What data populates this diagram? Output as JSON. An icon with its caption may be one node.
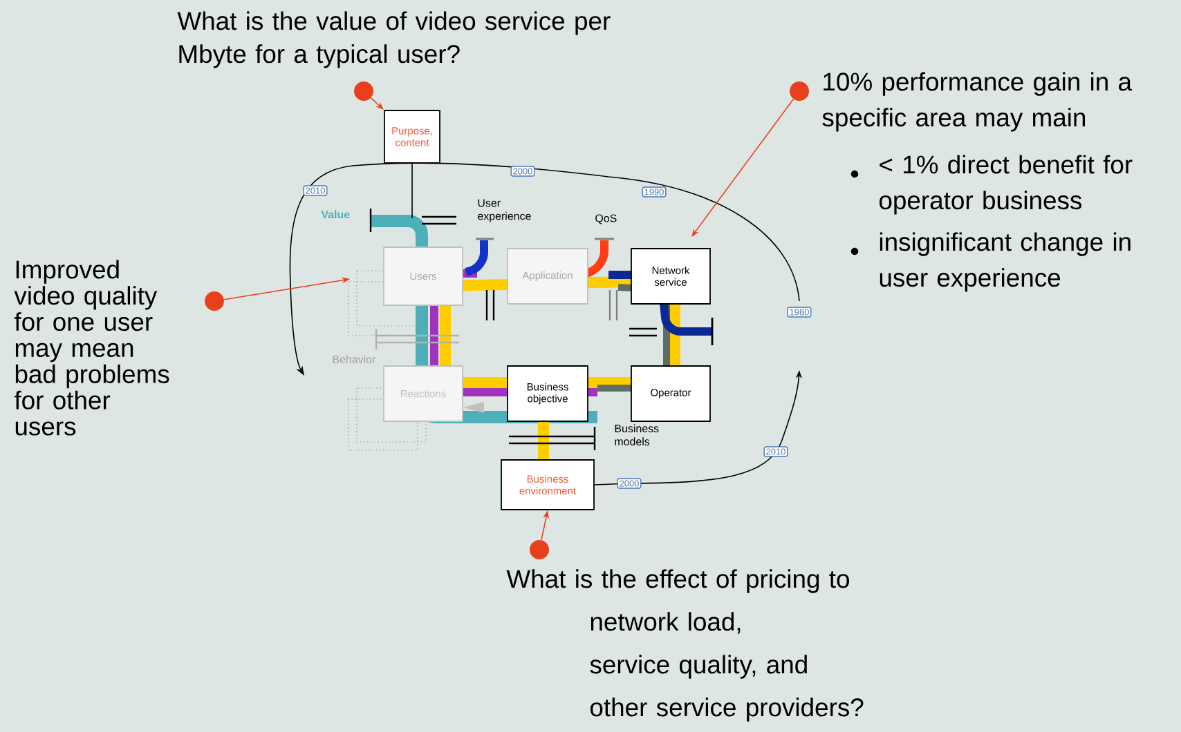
{
  "diagram": {
    "nodes": [
      {
        "text": [
          "Purpose, content"
        ]
      },
      {
        "text": [
          "Users"
        ]
      },
      {
        "text": [
          "Application"
        ]
      },
      {
        "text": [
          "Network service"
        ]
      },
      {
        "text": [
          "Reactions"
        ]
      },
      {
        "text": [
          "Business objective"
        ]
      },
      {
        "text": [
          "Operator"
        ]
      },
      {
        "text": [
          "Business environment"
        ]
      },
      {
        "text": [],
        "shape": "circle"
      },
      {
        "text": [],
        "shape": "circle"
      },
      {
        "text": [],
        "shape": "circle"
      },
      {
        "text": [],
        "shape": "circle"
      }
    ],
    "edges": [
      {
        "from": 8,
        "to": 0,
        "arrow": "to"
      },
      {
        "from": 9,
        "to": 1,
        "arrow": "to"
      },
      {
        "from": 10,
        "to": 3,
        "arrow": "to"
      },
      {
        "from": 11,
        "to": 7,
        "arrow": "to"
      },
      {
        "from": 7,
        "to": null,
        "arrow": "to",
        "color": "#000000"
      }
    ],
    "labels": [
      "What is the value of video service per Mbyte for a typical user?",
      "10% performance gain in a specific area may main",
      "< 1% direct benefit for operator business",
      "insignificant change in user experience",
      "Improved video quality for one user may mean bad problems for other users",
      "2010",
      "2000",
      "1990",
      "Value",
      "User experience",
      "QoS",
      "1980",
      "Behavior",
      "Business models",
      "2010",
      "2000",
      "What is the effect of pricing to",
      "network load,",
      "service quality, and",
      "other service providers?"
    ]
  }
}
